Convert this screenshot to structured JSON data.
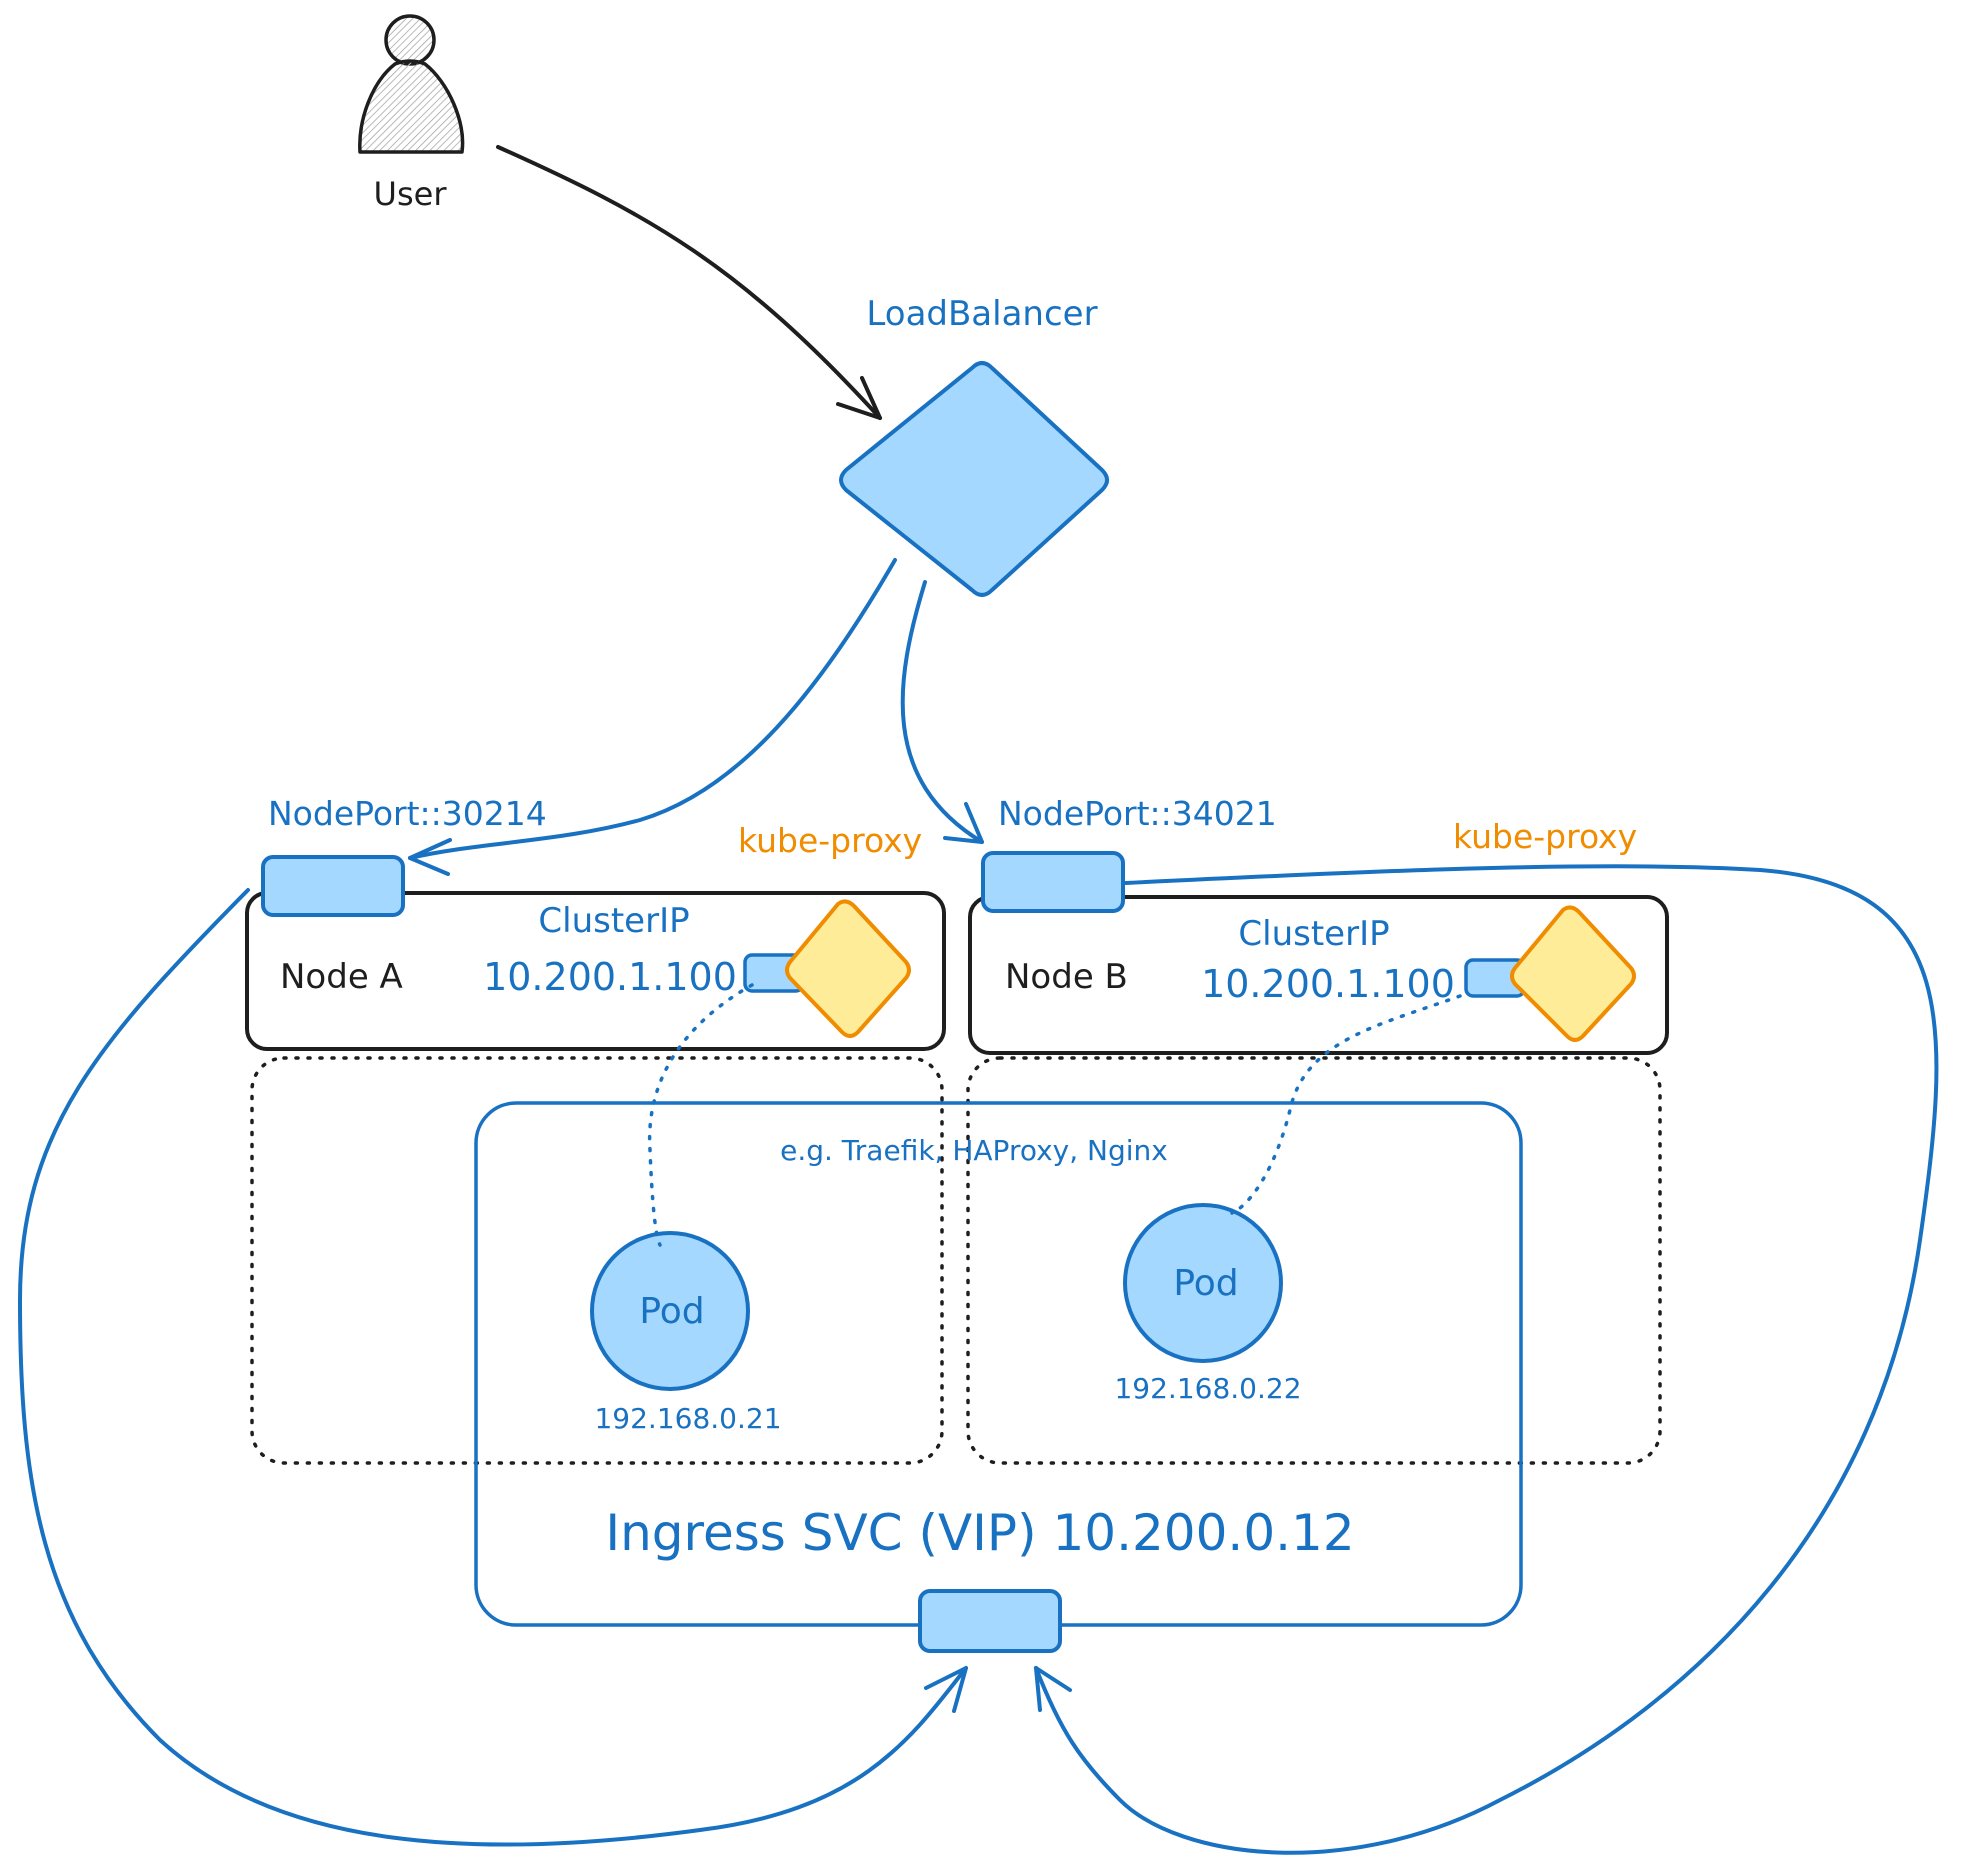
{
  "user": {
    "label": "User"
  },
  "load_balancer": {
    "label": "LoadBalancer"
  },
  "node_a": {
    "label": "Node A",
    "nodeport": "NodePort::30214",
    "kube_proxy": "kube-proxy",
    "cluster_ip_label": "ClusterIP",
    "cluster_ip": "10.200.1.100",
    "pod_label": "Pod",
    "pod_ip": "192.168.0.21"
  },
  "node_b": {
    "label": "Node B",
    "nodeport": "NodePort::34021",
    "kube_proxy": "kube-proxy",
    "cluster_ip_label": "ClusterIP",
    "cluster_ip": "10.200.1.100",
    "pod_label": "Pod",
    "pod_ip": "192.168.0.22"
  },
  "ingress": {
    "example": "e.g. Traefik, HAProxy, Nginx",
    "label": "Ingress SVC (VIP) 10.200.0.12"
  },
  "colors": {
    "blue_stroke": "#1971c2",
    "blue_fill": "#a5d8ff",
    "yellow_fill": "#ffec99",
    "orange_stroke": "#f08c00",
    "black": "#1e1e1e"
  }
}
